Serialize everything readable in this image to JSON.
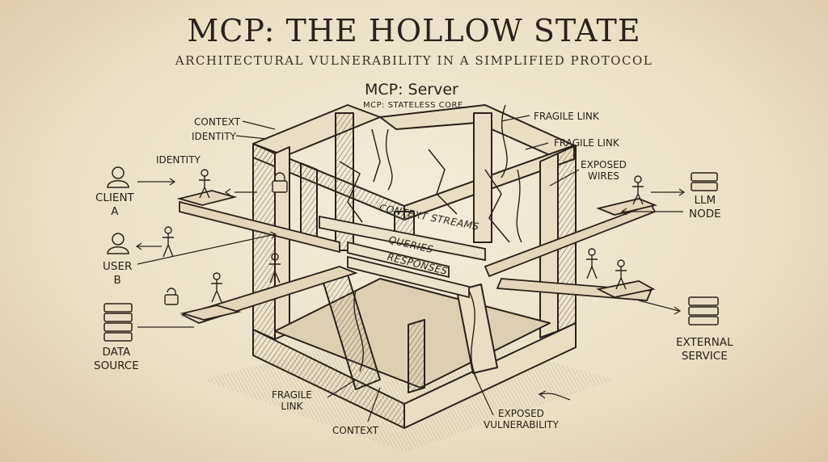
{
  "header": {
    "title": "MCP: THE HOLLOW STATE",
    "subtitle": "ARCHITECTURAL VULNERABILITY IN A SIMPLIFIED PROTOCOL"
  },
  "server": {
    "title": "MCP: Server",
    "subtitle": "MCP: STATELESS CORE"
  },
  "streams": {
    "context": "CONTEXT STREAMS",
    "queries": "QUERIES",
    "responses": "RESPONSES"
  },
  "callouts": {
    "context_top": "CONTEXT",
    "identity_top": "IDENTITY",
    "identity_left": "IDENTITY",
    "fragile_link_1": "FRAGILE LINK",
    "fragile_link_2": "FRAGILE LINK",
    "exposed_wires": "EXPOSED\nWIRES",
    "fragile_link_bottom": "FRAGILE\nLINK",
    "context_bottom": "CONTEXT",
    "exposed_vulnerability": "EXPOSED\nVULNERABILITY"
  },
  "nodes": {
    "client_a": "CLIENT\nA",
    "user_b": "USER\nB",
    "data_source": "DATA\nSOURCE",
    "llm_node": "LLM\nNODE",
    "external_service": "EXTERNAL\nSERVICE"
  },
  "icons": {
    "person": "person-icon",
    "server_stack": "server-stack-icon",
    "padlock": "padlock-icon"
  },
  "colors": {
    "ink": "#2a221b",
    "parchment": "#efe6d2",
    "shadow": "#8d7b62"
  }
}
